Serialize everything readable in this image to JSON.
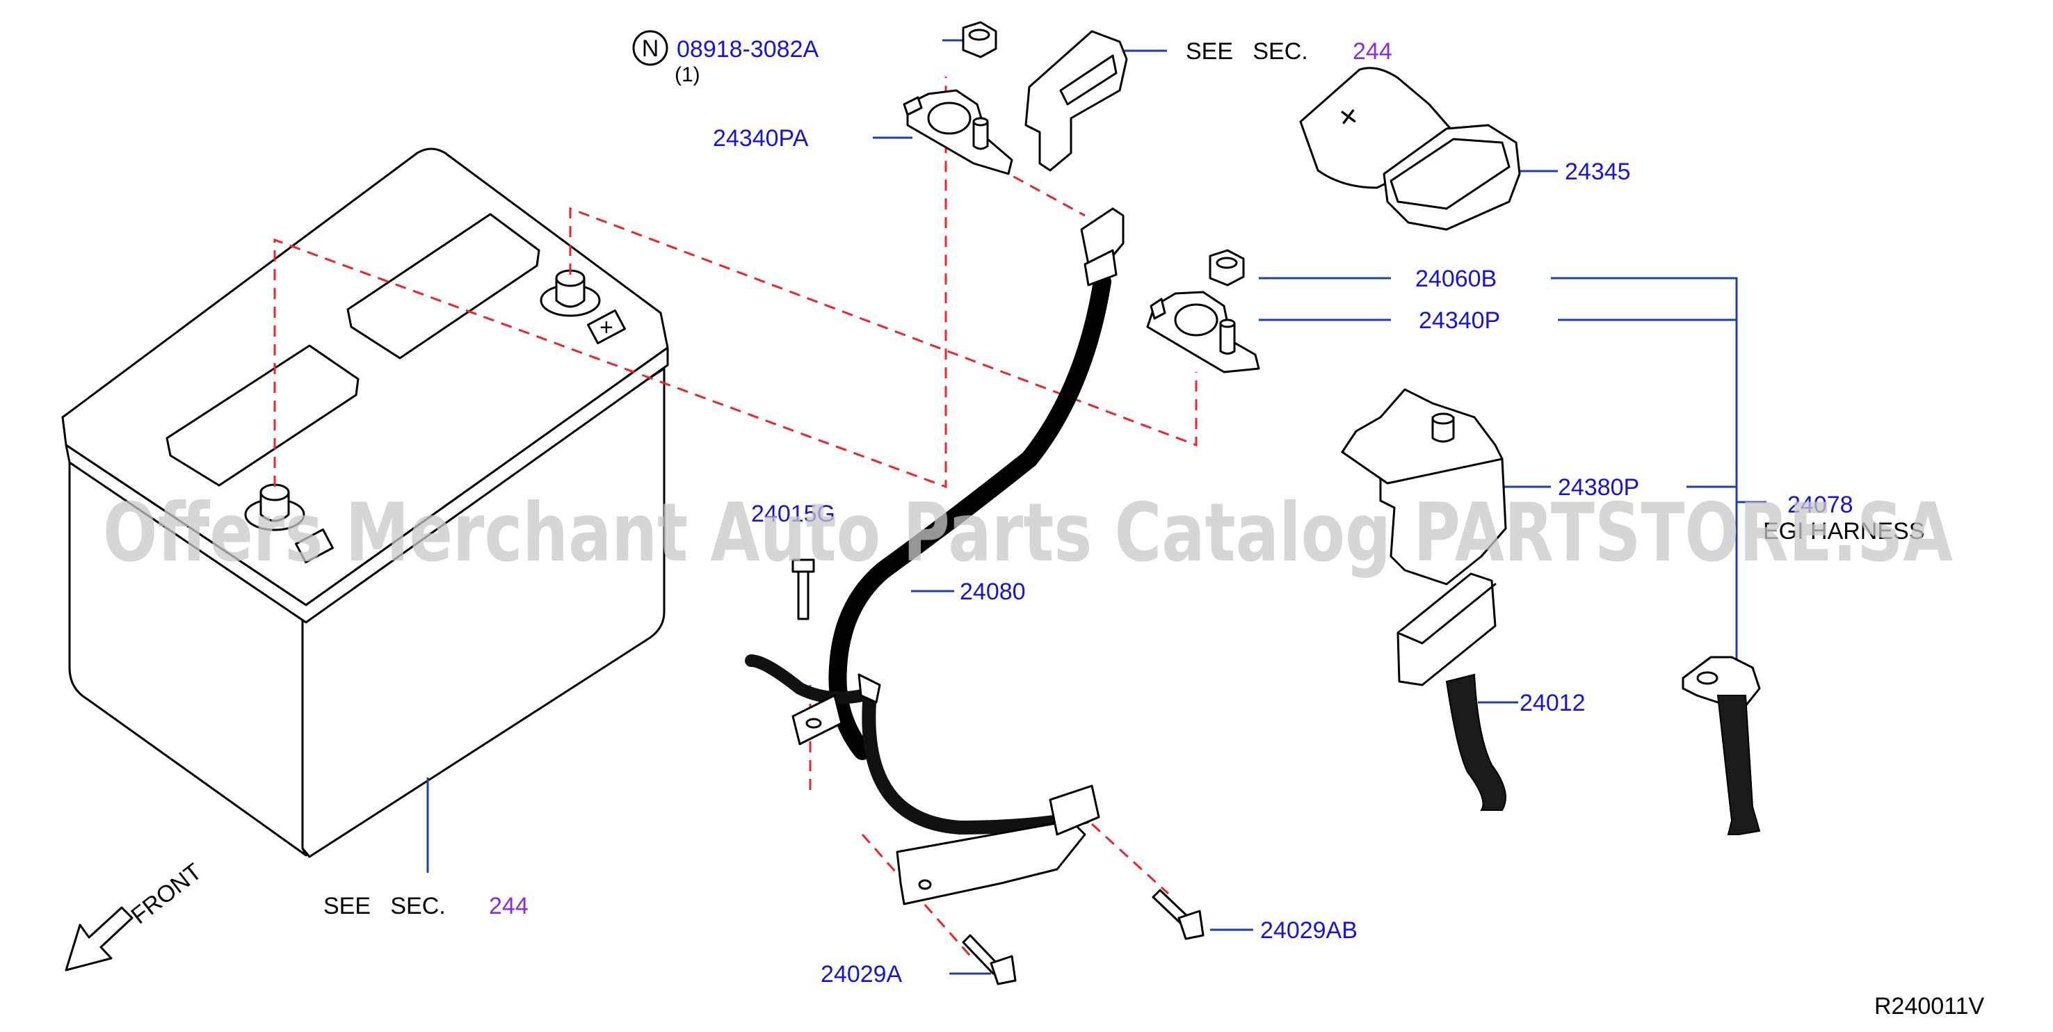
{
  "parts": {
    "nut_ref": "08918-3082A",
    "nut_qty": "(1)",
    "nut_symbol": "N",
    "terminal_pa": "24340PA",
    "terminal_p": "24340P",
    "nut": "24060B",
    "cover": "24345",
    "fuse_block": "24380P",
    "harness_ref": "24078",
    "harness_name": "EGI HARNESS",
    "bolt_g": "24015G",
    "cable": "24080",
    "connector": "24012",
    "bolt_ab": "24029AB",
    "bolt_a": "24029A"
  },
  "refs": {
    "see_sec_top": "SEE   SEC.",
    "sec_top_num": "244",
    "see_sec_bottom": "SEE   SEC.",
    "sec_bottom_num": "244"
  },
  "front_label": "FRONT",
  "figure_code": "R240011V",
  "watermark": "Offers Merchant Auto Parts Catalog PARTSTORE.SA",
  "colors": {
    "label": "#1515d8",
    "section_ref": "#8a2be2",
    "leader": "#1f3fa8",
    "dashed": "#e8262b"
  }
}
